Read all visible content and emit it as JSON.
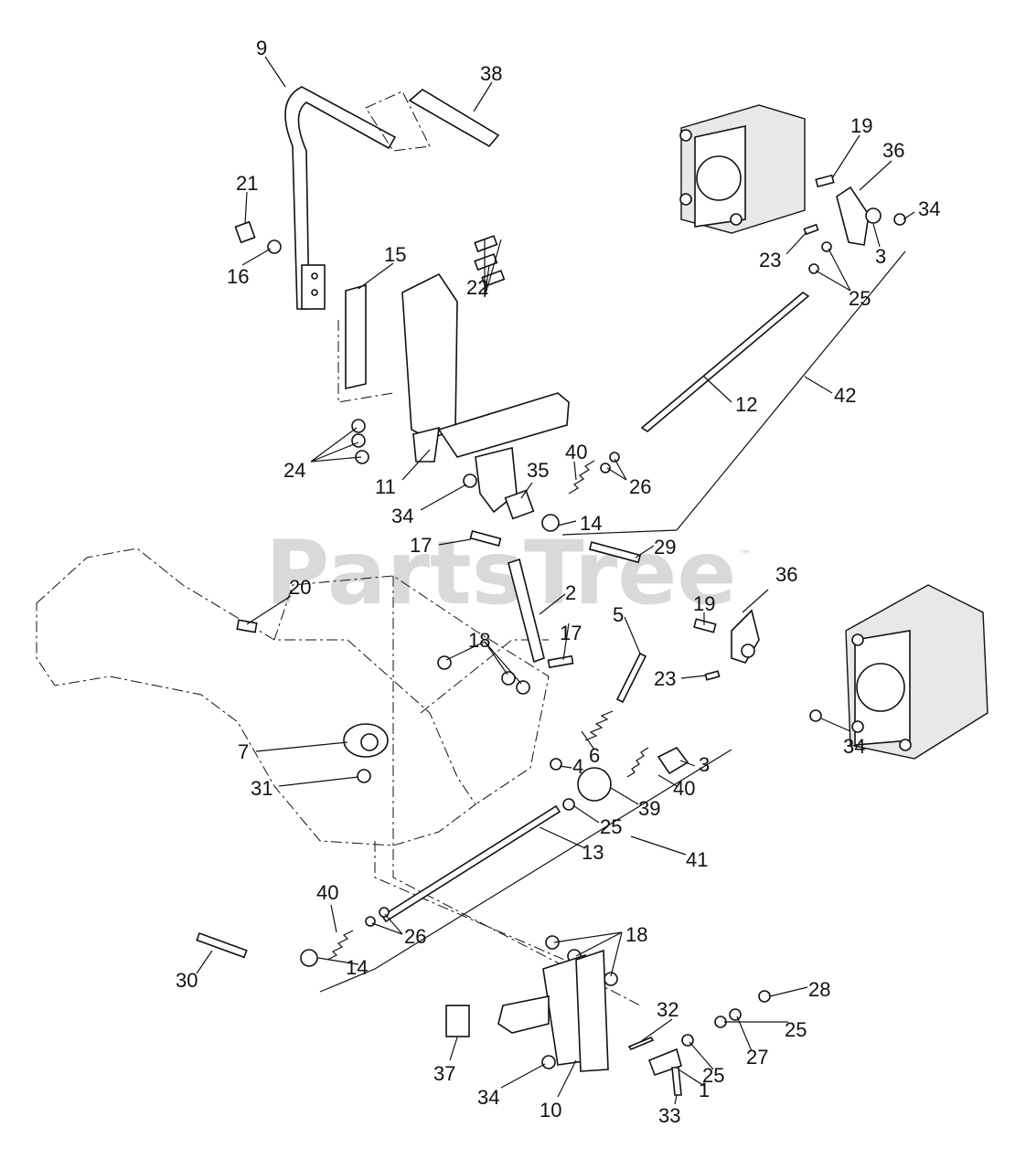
{
  "watermark": {
    "text": "PartsTree",
    "trademark": "™"
  },
  "callouts": [
    {
      "id": "c9",
      "text": "9"
    },
    {
      "id": "c38",
      "text": "38"
    },
    {
      "id": "c21",
      "text": "21"
    },
    {
      "id": "c16",
      "text": "16"
    },
    {
      "id": "c15",
      "text": "15"
    },
    {
      "id": "c22",
      "text": "22"
    },
    {
      "id": "c24",
      "text": "24"
    },
    {
      "id": "c11",
      "text": "11"
    },
    {
      "id": "c34a",
      "text": "34"
    },
    {
      "id": "c35",
      "text": "35"
    },
    {
      "id": "c40a",
      "text": "40"
    },
    {
      "id": "c14a",
      "text": "14"
    },
    {
      "id": "c26a",
      "text": "26"
    },
    {
      "id": "c12",
      "text": "12"
    },
    {
      "id": "c42",
      "text": "42"
    },
    {
      "id": "c19a",
      "text": "19"
    },
    {
      "id": "c36a",
      "text": "36"
    },
    {
      "id": "c34b",
      "text": "34"
    },
    {
      "id": "c23a",
      "text": "23"
    },
    {
      "id": "c3a",
      "text": "3"
    },
    {
      "id": "c25a",
      "text": "25"
    },
    {
      "id": "c17a",
      "text": "17"
    },
    {
      "id": "c29",
      "text": "29"
    },
    {
      "id": "c20",
      "text": "20"
    },
    {
      "id": "c2",
      "text": "2"
    },
    {
      "id": "c17b",
      "text": "17"
    },
    {
      "id": "c5",
      "text": "5"
    },
    {
      "id": "c18a",
      "text": "18"
    },
    {
      "id": "c36b",
      "text": "36"
    },
    {
      "id": "c19b",
      "text": "19"
    },
    {
      "id": "c23b",
      "text": "23"
    },
    {
      "id": "c7",
      "text": "7"
    },
    {
      "id": "c6",
      "text": "6"
    },
    {
      "id": "c31",
      "text": "31"
    },
    {
      "id": "c4",
      "text": "4"
    },
    {
      "id": "c3b",
      "text": "3"
    },
    {
      "id": "c34c",
      "text": "34"
    },
    {
      "id": "c40b",
      "text": "40"
    },
    {
      "id": "c39",
      "text": "39"
    },
    {
      "id": "c25b",
      "text": "25"
    },
    {
      "id": "c13",
      "text": "13"
    },
    {
      "id": "c41",
      "text": "41"
    },
    {
      "id": "c40c",
      "text": "40"
    },
    {
      "id": "c26b",
      "text": "26"
    },
    {
      "id": "c18b",
      "text": "18"
    },
    {
      "id": "c30",
      "text": "30"
    },
    {
      "id": "c14b",
      "text": "14"
    },
    {
      "id": "c28",
      "text": "28"
    },
    {
      "id": "c32",
      "text": "32"
    },
    {
      "id": "c25c",
      "text": "25"
    },
    {
      "id": "c27",
      "text": "27"
    },
    {
      "id": "c37",
      "text": "37"
    },
    {
      "id": "c25d",
      "text": "25"
    },
    {
      "id": "c1",
      "text": "1"
    },
    {
      "id": "c34d",
      "text": "34"
    },
    {
      "id": "c10",
      "text": "10"
    },
    {
      "id": "c33",
      "text": "33"
    }
  ]
}
